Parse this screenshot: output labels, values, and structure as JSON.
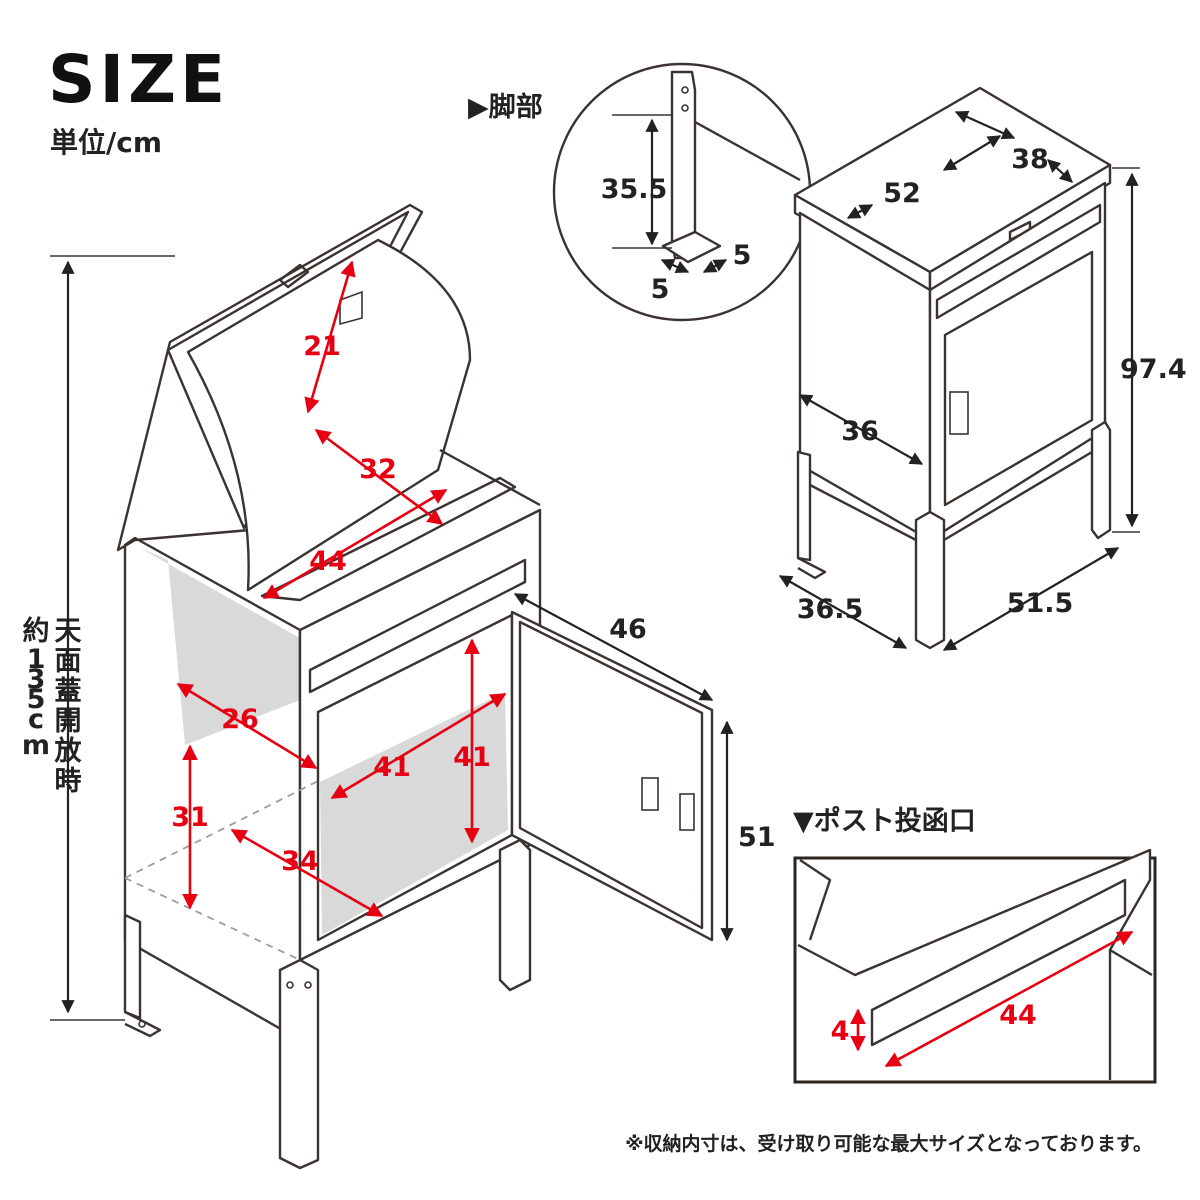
{
  "header": {
    "title": "SIZE",
    "unit": "単位/cm"
  },
  "section_labels": {
    "legs": "▶脚部",
    "slot": "▼ポスト投函口"
  },
  "vertical_label": [
    "天",
    "面",
    "蓋",
    "開",
    "放",
    "時"
  ],
  "vertical_label_sub": [
    "約",
    "1",
    "3",
    "5",
    "c",
    "m"
  ],
  "dimensions": {
    "open_lid_inner_height": "21",
    "open_lid_inner_depth": "32",
    "open_lid_inner_width": "44",
    "lid_side": "26",
    "interior_diag": "41",
    "interior_height": "41",
    "interior_lower_height": "31",
    "interior_floor_depth": "34",
    "door_width": "46",
    "door_height": "51",
    "leg_height": "35.5",
    "leg_plate_a": "5",
    "leg_plate_b": "5",
    "top_width": "52",
    "top_depth": "38",
    "body_height": "97.4",
    "side_depth": "36",
    "base_depth": "36.5",
    "base_width": "51.5",
    "slot_height": "4",
    "slot_width": "44"
  },
  "footnote": "※収納内寸は、受け取り可能な最大サイズとなっております。",
  "colors": {
    "accent_red": "#e60012",
    "line": "#3a3330",
    "shade": "#d9d9d9"
  }
}
